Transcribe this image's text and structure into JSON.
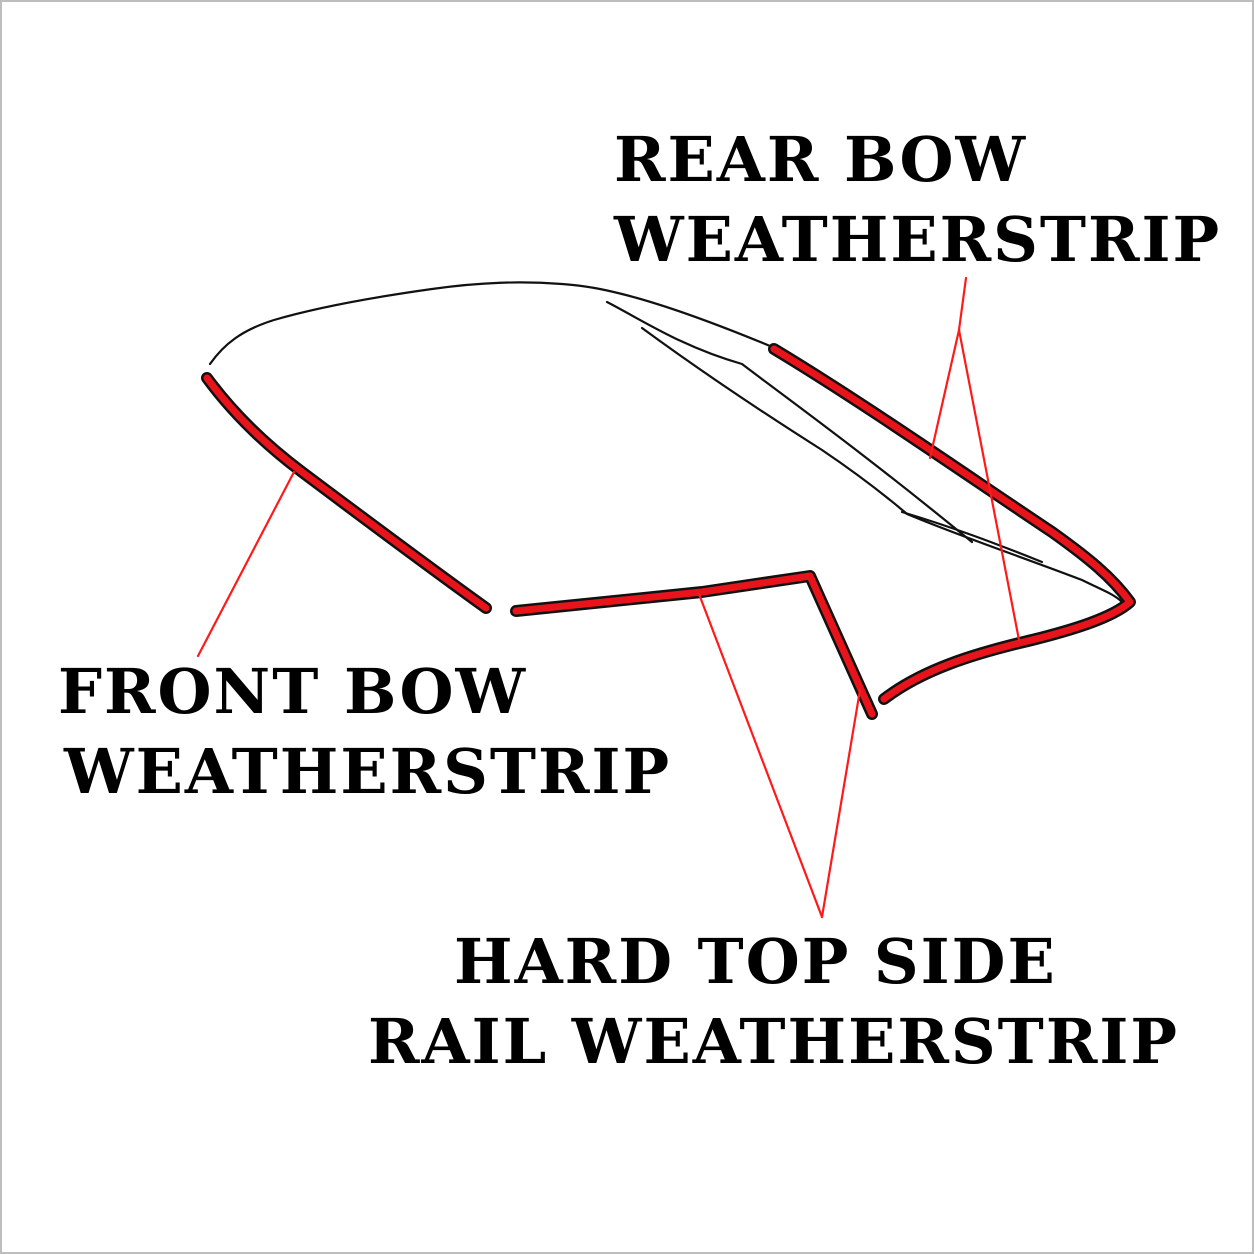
{
  "labels": {
    "rear_bow": {
      "line1": "REAR BOW",
      "line2": "WEATHERSTRIP"
    },
    "front_bow": {
      "line1": "FRONT BOW",
      "line2": "WEATHERSTRIP"
    },
    "side_rail": {
      "line1": "HARD TOP SIDE",
      "line2": "RAIL WEATHERSTRIP"
    }
  },
  "colors": {
    "weatherstrip": "#e8141b",
    "outline": "#111111",
    "leader": "#ff1a1a",
    "text": "#000000",
    "background": "#ffffff"
  }
}
